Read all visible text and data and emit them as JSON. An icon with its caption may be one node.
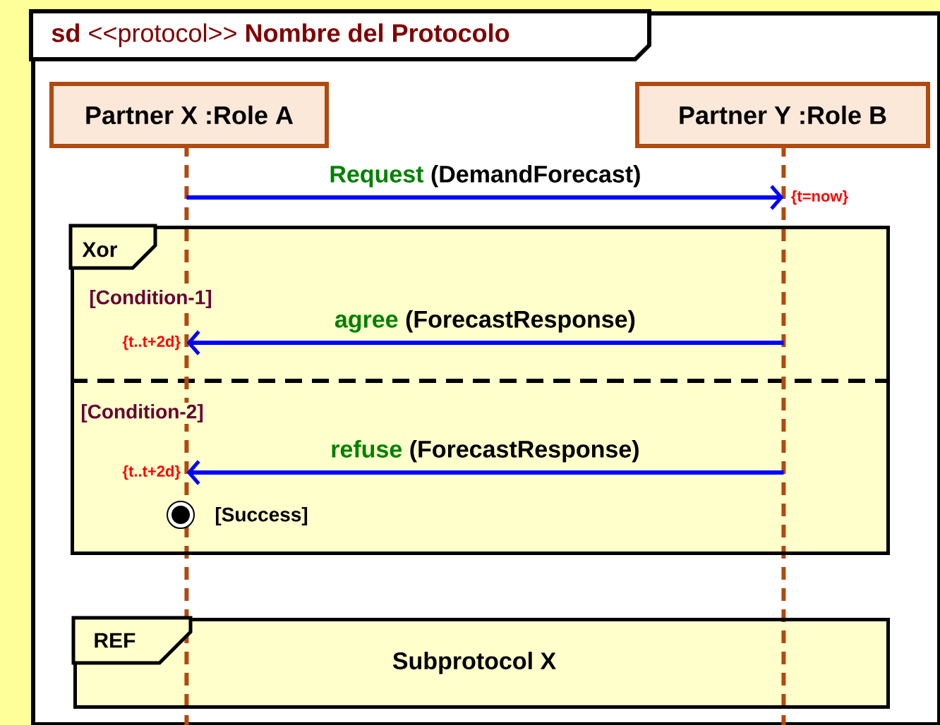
{
  "diagram": {
    "nodes": [
      {
        "text": [
          "**sd** <<protocol>> **Nombre del Protocolo**"
        ]
      },
      {
        "text": [
          "Partner X :Role A"
        ],
        "in": 0
      },
      {
        "text": [
          "Partner Y :Role B"
        ],
        "in": 0
      },
      {
        "text": [],
        "shape": "line",
        "in": 0
      },
      {
        "text": [],
        "shape": "line",
        "in": 0
      },
      {
        "text": [
          "Xor",
          "[Condition-1]",
          "[Condition-2]"
        ],
        "in": 0
      },
      {
        "text": [],
        "shape": "circle",
        "in": 5
      },
      {
        "text": [
          "REF",
          "Subprotocol X"
        ],
        "in": 0
      }
    ],
    "edges": [
      {
        "from": 3,
        "to": 4,
        "arrow": "to",
        "label": "Request"
      },
      {
        "from": 4,
        "to": 3,
        "arrow": "to",
        "label": "agree"
      },
      {
        "from": 4,
        "to": 3,
        "arrow": "to",
        "label": "refuse"
      }
    ],
    "labels": [
      "(DemandForecast)",
      "{t=now}",
      "(ForecastResponse)",
      "{t..t+2d}",
      "(ForecastResponse)",
      "{t..t+2d}",
      "[Success]"
    ]
  }
}
